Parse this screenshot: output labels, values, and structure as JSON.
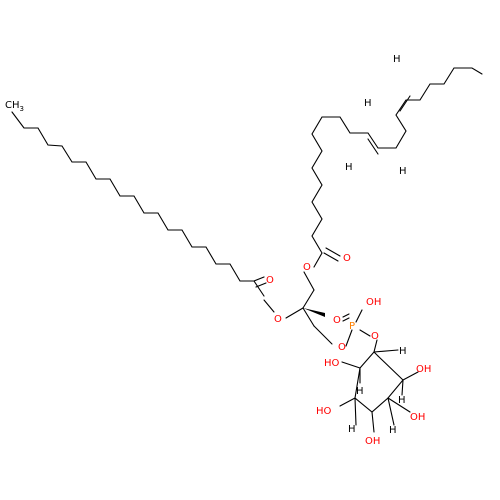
{
  "colors": {
    "carbon_bond": "#000000",
    "oxygen": "#ff0000",
    "phosphorus": "#ff8000",
    "hydrogen": "#000000"
  },
  "atoms": {
    "ch3": "CH",
    "ch3_sub": "3",
    "o_ester_top": "O",
    "o_carbonyl_top": "O",
    "o_carbonyl_left": "O",
    "o_ester_left": "O",
    "o_glyc_phos": "O",
    "p": "P",
    "o_phos_double": "O",
    "oh_phos": "OH",
    "o_phos_ring": "O",
    "h_db1_a": "H",
    "h_db1_b": "H",
    "h_db2_a": "H",
    "h_db2_b": "H",
    "h_ring_1": "H",
    "h_ring_2": "H",
    "h_ring_3": "H",
    "h_ring_4": "H",
    "h_ring_5": "H",
    "oh_ring_1": "HO",
    "oh_ring_2": "OH",
    "oh_ring_3": "OH",
    "oh_ring_4": "HO",
    "oh_ring_5": "OH"
  }
}
